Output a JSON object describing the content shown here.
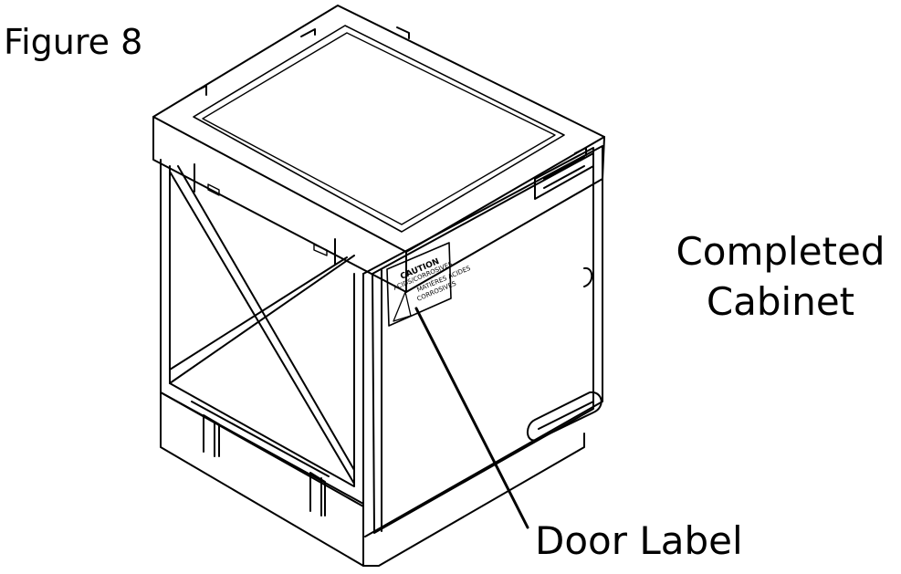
{
  "figure_title": "Figure 8",
  "cabinet_label": {
    "line1": "Completed",
    "line2": "Cabinet"
  },
  "callout_label": "Door Label",
  "door_sticker": {
    "heading": "CAUTION",
    "line2": "ACIDS/CORROSIVES",
    "line3": "MATIÈRES ACIDES",
    "line4": "CORROSIVES"
  }
}
